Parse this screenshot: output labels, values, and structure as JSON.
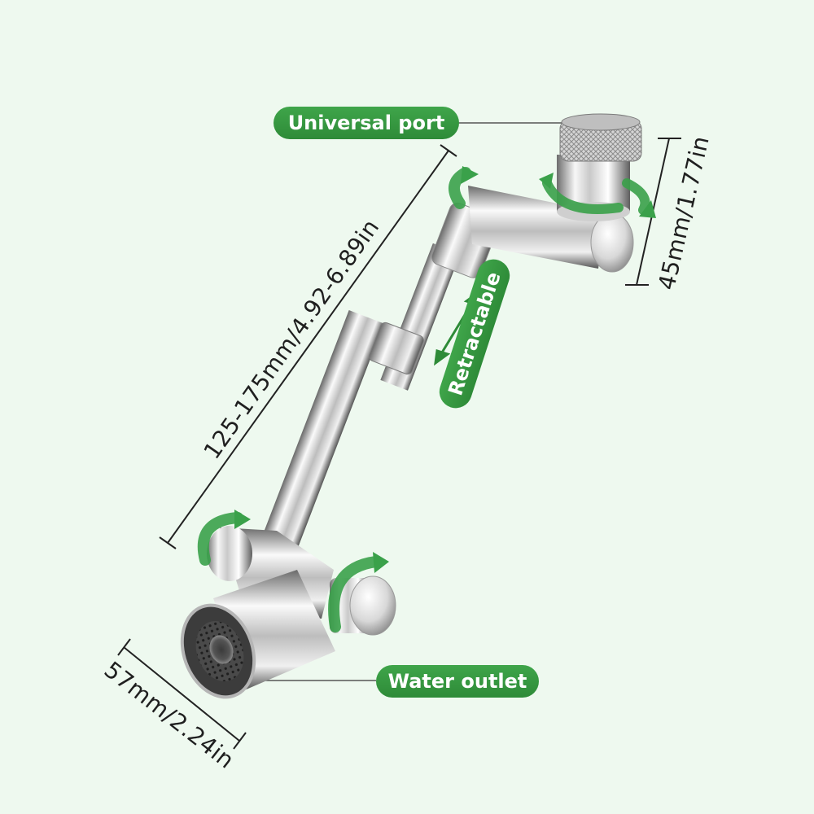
{
  "labels": {
    "universal_port": "Universal port",
    "water_outlet": "Water outlet",
    "retractable": "Retractable"
  },
  "dimensions": {
    "arm_length": "125-175mm/4.92-6.89in",
    "port_height": "45mm/1.77in",
    "outlet_diameter": "57mm/2.24in"
  },
  "colors": {
    "background": "#eef9ef",
    "accent_green": "#2e8b38",
    "chrome_dark": "#5a5a5a",
    "chrome_light": "#f4f4f4"
  }
}
